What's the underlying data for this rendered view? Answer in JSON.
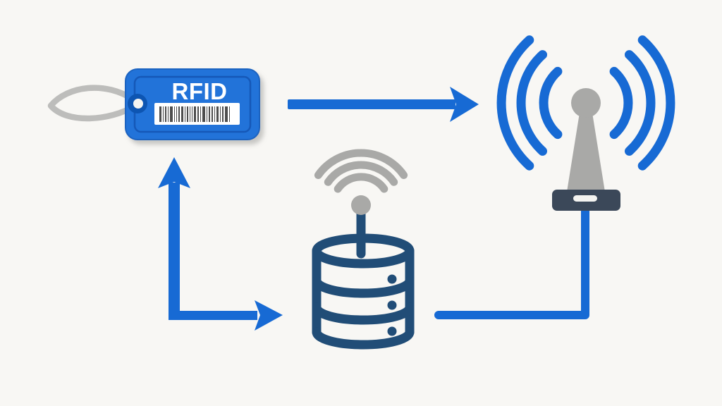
{
  "diagram": {
    "title": "RFID system flow diagram",
    "tag": {
      "label": "RFID",
      "barcode_pattern": [
        3,
        1,
        2,
        1,
        4,
        1,
        1,
        2,
        3,
        1,
        2,
        1,
        1,
        3,
        2,
        1,
        4,
        1,
        2,
        2,
        1,
        3,
        1,
        2,
        4,
        1
      ]
    },
    "nodes": [
      {
        "id": "rfid-tag",
        "icon": "rfid-tag-icon"
      },
      {
        "id": "reader-antenna",
        "icon": "antenna-icon"
      },
      {
        "id": "database-server",
        "icon": "database-wifi-icon"
      }
    ],
    "connections": [
      {
        "from": "rfid-tag",
        "to": "reader-antenna",
        "style": "arrow-right"
      },
      {
        "from": "corner",
        "to": "rfid-tag",
        "style": "arrow-up"
      },
      {
        "from": "corner",
        "to": "database-server",
        "style": "arrow-right"
      },
      {
        "from": "database-server",
        "to": "reader-antenna",
        "style": "elbow-line"
      }
    ]
  },
  "colors": {
    "background": "#f8f7f4",
    "blue": "#176ad4",
    "tag_blue": "#2273d9",
    "tag_edge": "#1b63c0",
    "tag_border": "#0f55b2",
    "navy": "#214d77",
    "slate": "#3b4859",
    "gray": "#a9a9a7",
    "light_gray": "#bdbdbb",
    "white": "#ffffff",
    "barcode": "#4d4d4d",
    "slot": "#f4f4f1"
  }
}
